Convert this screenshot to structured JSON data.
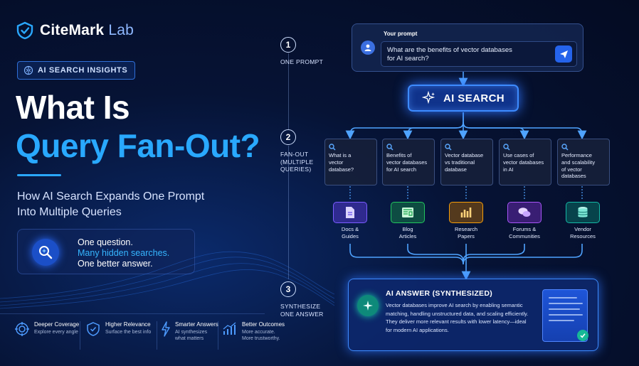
{
  "brand": {
    "name_main": "CiteMark",
    "name_suffix": " Lab"
  },
  "badge": {
    "label": "AI SEARCH INSIGHTS"
  },
  "headline": {
    "line1": "What Is",
    "line2": "Query Fan-Out?"
  },
  "subtitle": {
    "line1": "How AI Search Expands One Prompt",
    "line2": "Into Multiple Queries"
  },
  "question_card": {
    "line1": "One question.",
    "line2": "Many hidden searches.",
    "line3": "One better answer."
  },
  "benefits": [
    {
      "title": "Deeper Coverage",
      "desc1": "Explore every angle",
      "desc2": "",
      "icon": "target-icon"
    },
    {
      "title": "Higher Relevance",
      "desc1": "Surface the best info",
      "desc2": "",
      "icon": "shield-check-icon"
    },
    {
      "title": "Smarter Answers",
      "desc1": "AI synthesizes",
      "desc2": "what matters",
      "icon": "bolt-icon"
    },
    {
      "title": "Better Outcomes",
      "desc1": "More accurate.",
      "desc2": "More trustworthy.",
      "icon": "bar-growth-icon"
    }
  ],
  "steps": [
    {
      "number": "1",
      "label1": "ONE PROMPT",
      "label2": "",
      "label3": ""
    },
    {
      "number": "2",
      "label1": "FAN-OUT",
      "label2": "(MULTIPLE",
      "label3": "QUERIES)"
    },
    {
      "number": "3",
      "label1": "SYNTHESIZE",
      "label2": "ONE ANSWER",
      "label3": ""
    }
  ],
  "prompt": {
    "label": "Your prompt",
    "text_line1": "What are the benefits of vector databases",
    "text_line2": "for AI search?"
  },
  "ai_search": {
    "label": "AI SEARCH"
  },
  "queries": [
    {
      "line1": "What is a",
      "line2": "vector",
      "line3": "database?"
    },
    {
      "line1": "Benefits of",
      "line2": "vector databases",
      "line3": "for AI search"
    },
    {
      "line1": "Vector database",
      "line2": "vs traditional",
      "line3": "database"
    },
    {
      "line1": "Use cases of",
      "line2": "vector databases",
      "line3": "in AI"
    },
    {
      "line1": "Performance",
      "line2": "and scalability",
      "line3": "of vector",
      "line4": "databases"
    }
  ],
  "sources": [
    {
      "line1": "Docs &",
      "line2": "Guides",
      "color": "#7a5cff",
      "icon": "document-icon"
    },
    {
      "line1": "Blog",
      "line2": "Articles",
      "color": "#22c55e",
      "icon": "article-icon"
    },
    {
      "line1": "Research",
      "line2": "Papers",
      "color": "#f59e0b",
      "icon": "chart-bars-icon"
    },
    {
      "line1": "Forums &",
      "line2": "Communities",
      "color": "#a855f7",
      "icon": "chat-bubbles-icon"
    },
    {
      "line1": "Vendor",
      "line2": "Resources",
      "color": "#14b8a6",
      "icon": "database-icon"
    }
  ],
  "answer": {
    "title": "AI ANSWER (SYNTHESIZED)",
    "line1": "Vector databases improve AI search by enabling semantic",
    "line2": "matching, handling unstructured data, and scaling efficiently.",
    "line3": "They deliver more relevant results with lower latency—ideal",
    "line4": "for modern AI applications."
  },
  "colors": {
    "accent": "#29a9ff",
    "glow": "#3d8bff",
    "background": "#061335"
  }
}
